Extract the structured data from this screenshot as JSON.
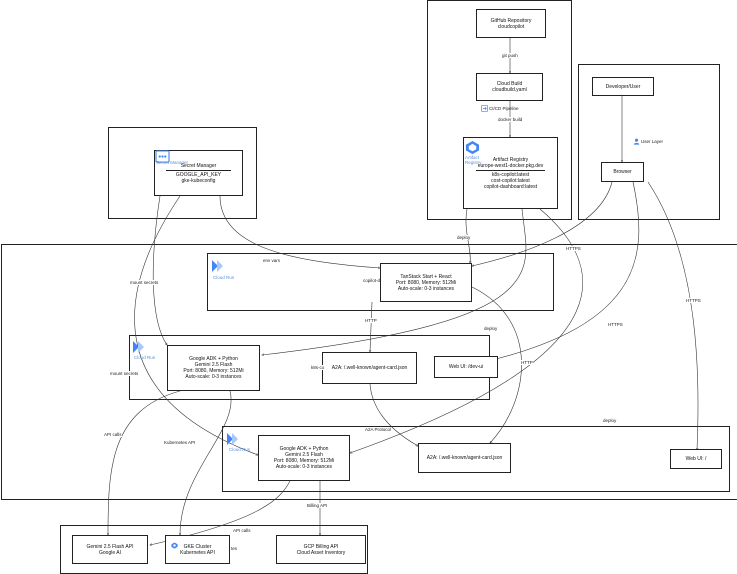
{
  "nodes": {
    "github": [
      "GitHub Repository",
      "cloudcopilot"
    ],
    "cloudbuild": [
      "Cloud Build",
      "cloudbuild.yaml"
    ],
    "artifact": {
      "title": [
        "Artifact Registry",
        "europe-west1-docker.pkg.dev"
      ],
      "images": [
        "k8s-copilot:latest",
        "cost-copilot:latest",
        "copilot-dashboard:latest"
      ]
    },
    "developer": [
      "Developer/User"
    ],
    "browser": [
      "Browser"
    ],
    "secret": {
      "title": [
        "Secret Manager"
      ],
      "items": [
        "GOOGLE_API_KEY",
        "gke-kubeconfig"
      ]
    },
    "tanstack": [
      "TanStack Start + React",
      "Port: 8080, Memory: 512Mi",
      "Auto-scale: 0-3 instances"
    ],
    "adk1": [
      "Google ADK + Python",
      "Gemini 2.5 Flash",
      "Port: 8080, Memory: 512Mi",
      "Auto-scale: 0-3 instances"
    ],
    "a2a1": [
      "A2A: /.well-known/agent-card.json"
    ],
    "webui1": [
      "Web UI: /dev-ui"
    ],
    "adk2": [
      "Google ADK + Python",
      "Gemini 2.5 Flash",
      "Port: 8080, Memory: 512Mi",
      "Auto-scale: 0-3 instances"
    ],
    "a2a2": [
      "A2A: /.well-known/agent-card.json"
    ],
    "webui2": [
      "Web UI: /"
    ],
    "gemini": [
      "Gemini 2.5 Flash API",
      "Google AI"
    ],
    "gke": [
      "GKE Cluster",
      "Kubernetes API"
    ],
    "billing": [
      "GCP Billing API",
      "Cloud Asset Inventory"
    ]
  },
  "icon_captions": {
    "secret": "Secret Manager",
    "artifact": "Artifact Registry",
    "cloudrun": "Cloud Run"
  },
  "labels": {
    "git_push": "git push",
    "cicd": "CI/CD Pipeline",
    "docker_build": "docker build",
    "user_layer": "User Layer",
    "deploy": "deploy",
    "https": "HTTPS",
    "http": "HTTP",
    "env_vars": "env vars",
    "mount_secrets": "mount secrets",
    "api_calls": "API calls",
    "kubernetes_api": "Kubernetes API",
    "a2a_protocol": "A2A Protocol",
    "billing_api": "Billing API",
    "frag_copilot": "copilot-d",
    "frag_k8s": "k8s-co",
    "frag_tes": "tes"
  },
  "icons": {
    "cloudrun": "cloud-run-icon",
    "secret": "secret-manager-icon",
    "artifact": "artifact-registry-icon",
    "gke": "gke-icon",
    "user": "user-icon",
    "pipeline": "pipeline-icon"
  },
  "colors": {
    "gcp_blue": "#4285f4",
    "line": "#333333",
    "caption": "#5f8fd6"
  }
}
